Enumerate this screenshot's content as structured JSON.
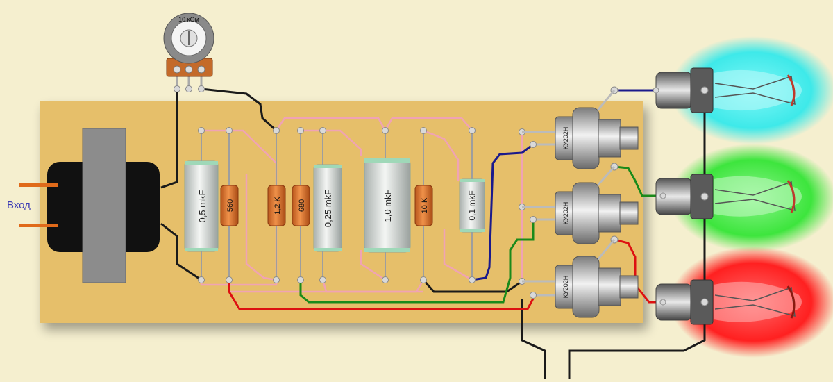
{
  "input_label": "Вход",
  "potentiometer": {
    "label": "10 кОм"
  },
  "capacitors": [
    {
      "id": "c1",
      "label": "0,5 mkF"
    },
    {
      "id": "c2",
      "label": "0,25 mkF"
    },
    {
      "id": "c3",
      "label": "1,0 mkF"
    },
    {
      "id": "c4",
      "label": "0,1 mkF"
    }
  ],
  "resistors": [
    {
      "id": "r1",
      "label": "560"
    },
    {
      "id": "r2",
      "label": "1,2 K"
    },
    {
      "id": "r3",
      "label": "680"
    },
    {
      "id": "r4",
      "label": "10 K"
    }
  ],
  "thyristors": [
    {
      "id": "t1",
      "label": "КУ202Н"
    },
    {
      "id": "t2",
      "label": "КУ202Н"
    },
    {
      "id": "t3",
      "label": "КУ202Н"
    }
  ],
  "lamps": [
    {
      "id": "l1",
      "color": "#2ee6e6"
    },
    {
      "id": "l2",
      "color": "#33e633"
    },
    {
      "id": "l3",
      "color": "#ff2020"
    }
  ],
  "colors": {
    "background": "#f5efcf",
    "board": "#e6bf6b",
    "wire_pink": "#f0a3b4",
    "wire_blue": "#1a1a8c",
    "wire_green": "#1a8a1a",
    "wire_red": "#dd1111",
    "wire_black": "#1a1a1a"
  }
}
